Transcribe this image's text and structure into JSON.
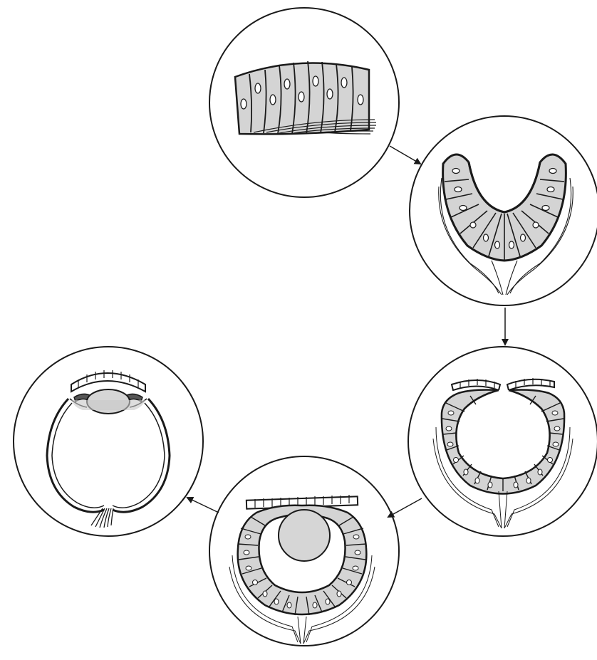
{
  "diagram": {
    "stages": [
      {
        "id": "epithelial-patch",
        "description_icon": "flat-light-sensitive-cells"
      },
      {
        "id": "cup-depression",
        "description_icon": "depressed-cup-of-cells"
      },
      {
        "id": "pinhole-chamber",
        "description_icon": "pinhole-eye"
      },
      {
        "id": "eye-with-lens",
        "description_icon": "enclosed-eye-with-lens"
      },
      {
        "id": "complex-eye",
        "description_icon": "camera-type-eye"
      }
    ],
    "colors": {
      "line": "#1a1a1a",
      "cell_fill": "#d4d4d4",
      "lens_fill": "#d6d6d6",
      "background": "#ffffff"
    }
  }
}
